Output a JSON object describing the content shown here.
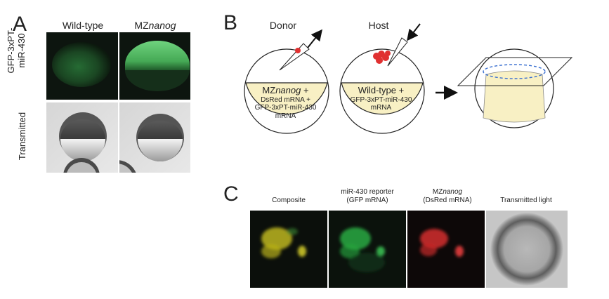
{
  "panelA": {
    "letter": "A",
    "col_wt": "Wild-type",
    "col_mz_prefix": "MZ",
    "col_mz_gene": "nanog",
    "row_gfp_line1": "GFP-3xPT-",
    "row_gfp_line2": "miR-430",
    "row_trans": "Transmitted"
  },
  "panelB": {
    "letter": "B",
    "donor_title": "Donor",
    "host_title": "Host",
    "donor_line1_prefix": "MZ",
    "donor_line1_gene": "nanog",
    "donor_line1_suffix": " +",
    "donor_line2": "DsRed mRNA +",
    "donor_line3": "GFP-3xPT-miR-430",
    "donor_line4": "mRNA",
    "host_line1": "Wild-type +",
    "host_line2": "GFP-3xPT-miR-430",
    "host_line3": "mRNA"
  },
  "panelC": {
    "letter": "C",
    "lbl_composite": "Composite",
    "lbl_reporter_line1": "miR-430 reporter",
    "lbl_reporter_line2": "(GFP mRNA)",
    "lbl_mz_prefix": "MZ",
    "lbl_mz_gene": "nanog",
    "lbl_mz_line2": "(DsRed mRNA)",
    "lbl_trans": "Transmitted light"
  },
  "colors": {
    "yolk": "#f8f0c4",
    "gfp": "#2fbf4a",
    "dsred": "#e03030",
    "composite": "#d8d020",
    "dark": "#0b0f0b"
  }
}
